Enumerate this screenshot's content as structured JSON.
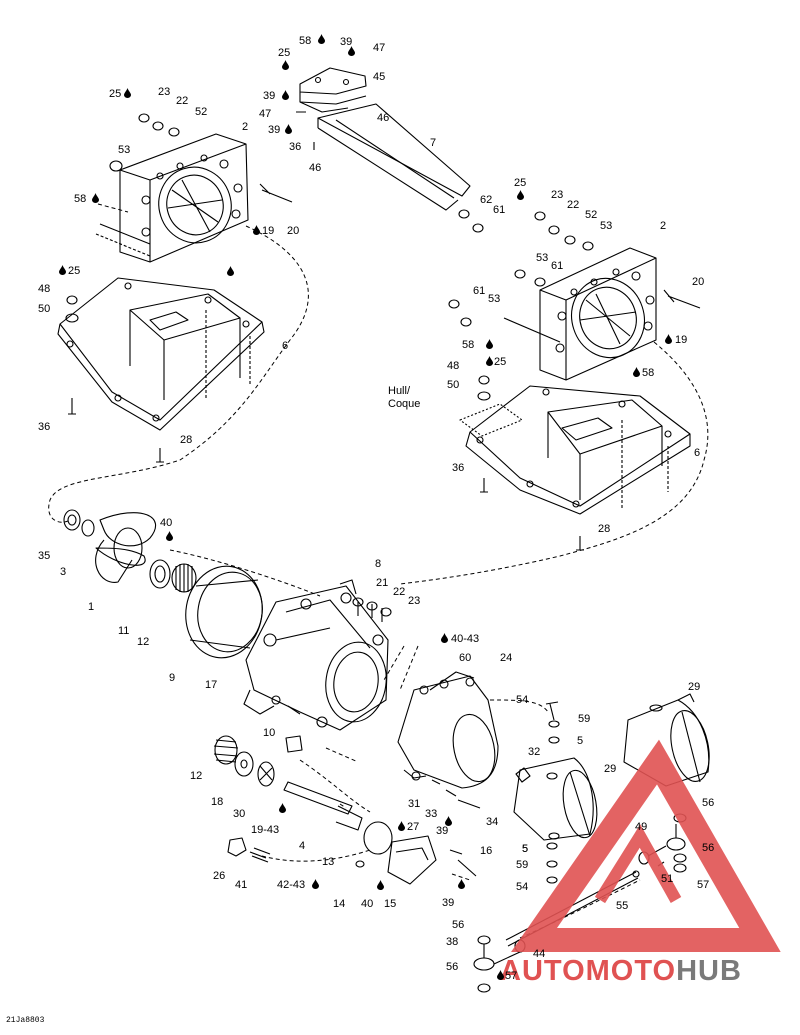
{
  "diagram_code": "21Ja8803",
  "hull_label_line1": "Hull/",
  "hull_label_line2": "Coque",
  "watermark": {
    "part1": "AUTO",
    "part2": "MOTO",
    "part3": "HUB",
    "color_red": "#e05252",
    "color_gray": "#7a7a7a"
  },
  "callouts": [
    "58",
    "39",
    "47",
    "25",
    "45",
    "39",
    "46",
    "47",
    "39",
    "36",
    "46",
    "7",
    "25",
    "23",
    "22",
    "52",
    "2",
    "53",
    "58",
    "19",
    "20",
    "25",
    "62",
    "61",
    "23",
    "22",
    "52",
    "53",
    "2",
    "53",
    "61",
    "20",
    "61",
    "53",
    "19",
    "58",
    "48",
    "25",
    "50",
    "58",
    "25",
    "48",
    "50",
    "6",
    "36",
    "28",
    "6",
    "36",
    "28",
    "40",
    "35",
    "3",
    "1",
    "11",
    "12",
    "8",
    "21",
    "22",
    "23",
    "9",
    "17",
    "40-43",
    "60",
    "24",
    "10",
    "12",
    "18",
    "30",
    "19-43",
    "4",
    "29",
    "54",
    "59",
    "5",
    "32",
    "29",
    "5",
    "31",
    "33",
    "39",
    "34",
    "27",
    "13",
    "16",
    "56",
    "49",
    "56",
    "5",
    "59",
    "54",
    "51",
    "57",
    "26",
    "41",
    "42-43",
    "14",
    "40",
    "15",
    "39",
    "55",
    "56",
    "38",
    "44",
    "56",
    "57"
  ]
}
